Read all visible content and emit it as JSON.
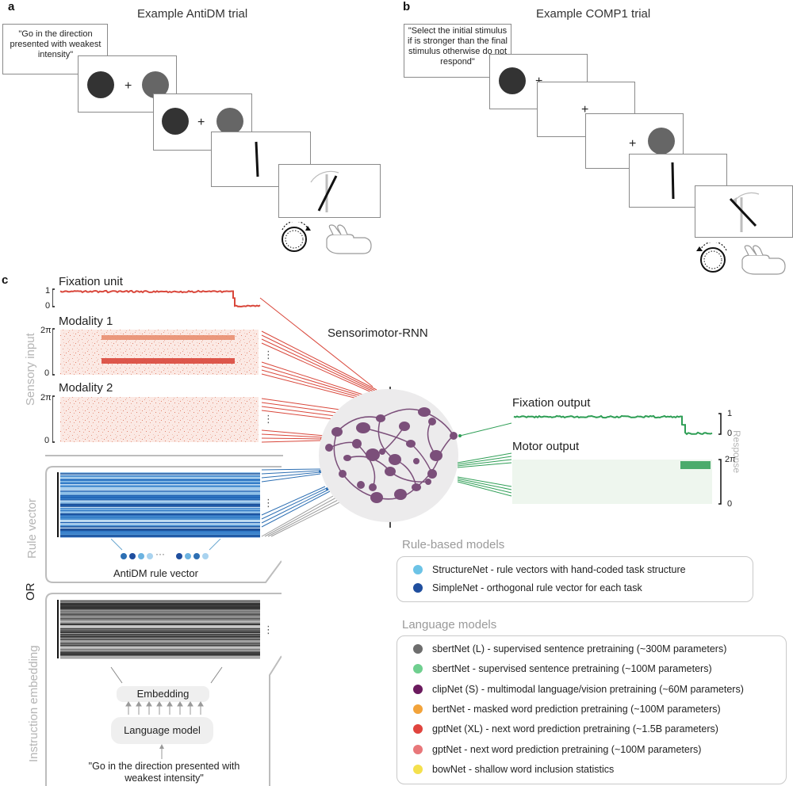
{
  "panel_a": {
    "letter": "a",
    "title": "Example AntiDM trial",
    "instruction": "\"Go in the direction presented with weakest intensity\""
  },
  "panel_b": {
    "letter": "b",
    "title": "Example COMP1 trial",
    "instruction": "\"Select the initial stimulus if is stronger than the final stimulus otherwise do not respond\""
  },
  "panel_c": {
    "letter": "c",
    "fixation_unit": {
      "label": "Fixation unit",
      "tick_high": "1",
      "tick_low": "0"
    },
    "modality_1": {
      "label": "Modality 1",
      "tick_high": "2π",
      "tick_low": "0"
    },
    "modality_2": {
      "label": "Modality 2",
      "tick_high": "2π",
      "tick_low": "0"
    },
    "sensory_input_label": "Sensory input",
    "rule_vector_label": "Rule vector",
    "or_label": "OR",
    "instruction_embedding_label": "Instruction embedding",
    "rnn_label": "Sensorimotor-RNN",
    "fixation_output": {
      "label": "Fixation output",
      "tick_high": "1",
      "tick_low": "0"
    },
    "motor_output": {
      "label": "Motor output",
      "tick_high": "2π",
      "tick_low": "0"
    },
    "response_label": "Response",
    "rule_vector_caption": "AntiDM rule vector",
    "embedding_label": "Embedding",
    "language_model_label": "Language model",
    "embedding_instruction": "\"Go in the direction presented with weakest intensity\"",
    "ellipsis": "···",
    "vertical_ellipsis": "⋮"
  },
  "legend": {
    "rule_based_title": "Rule-based models",
    "rule_based": [
      {
        "color": "#6cc3e6",
        "label": "StructureNet - rule vectors with hand-coded task structure"
      },
      {
        "color": "#1f4e9e",
        "label": "SimpleNet - orthogonal rule vector for each task"
      }
    ],
    "language_title": "Language models",
    "language": [
      {
        "color": "#6d6d6d",
        "label": "sbertNet (L) - supervised sentence pretraining (~300M parameters)"
      },
      {
        "color": "#6fcf8f",
        "label": "sbertNet - supervised sentence pretraining (~100M parameters)"
      },
      {
        "color": "#6b1a5e",
        "label": "clipNet (S) - multimodal language/vision pretraining (~60M parameters)"
      },
      {
        "color": "#f2a33a",
        "label": "bertNet - masked word prediction pretraining (~100M parameters)"
      },
      {
        "color": "#e0443e",
        "label": "gptNet (XL) - next word prediction pretraining (~1.5B parameters)"
      },
      {
        "color": "#e8777a",
        "label": "gptNet - next word prediction pretraining (~100M parameters)"
      },
      {
        "color": "#f4e04d",
        "label": "bowNet - shallow word inclusion statistics"
      }
    ]
  }
}
